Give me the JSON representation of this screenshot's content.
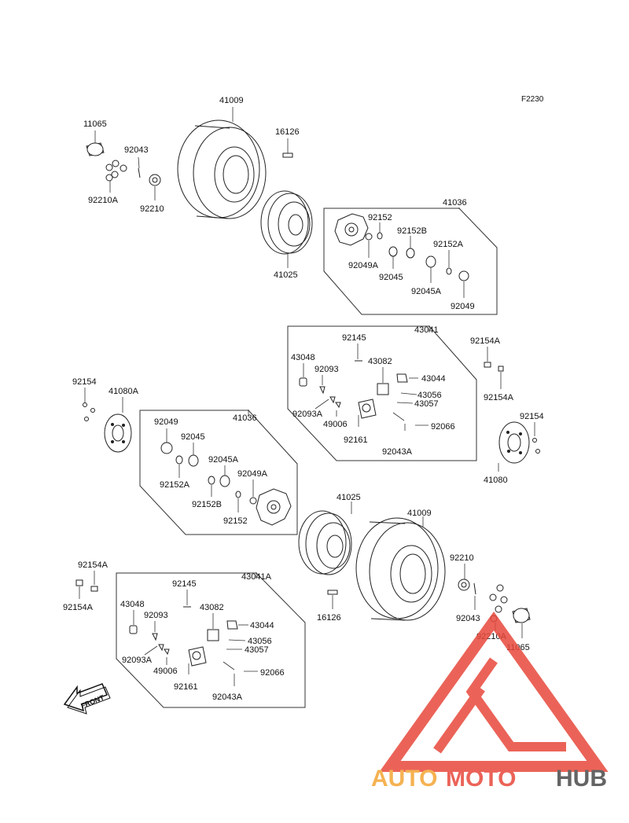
{
  "figure_code": "F2230",
  "labels": {
    "l41009_top": "41009",
    "l11065_top": "11065",
    "l92043_top": "92043",
    "l92210A_top": "92210A",
    "l92210_top": "92210",
    "l16126_top": "16126",
    "l41025_top": "41025",
    "l41036_top": "41036",
    "l92152_top": "92152",
    "l92152B_top": "92152B",
    "l92049A_top": "92049A",
    "l92152A_top": "92152A",
    "l92045_top": "92045",
    "l92045A_top": "92045A",
    "l92049_top": "92049",
    "l43041": "43041",
    "l92145_r": "92145",
    "l43048_r": "43048",
    "l43082_r": "43082",
    "l92093_r": "92093",
    "l43044_r": "43044",
    "l43056_r": "43056",
    "l92093A_r": "92093A",
    "l43057_r": "43057",
    "l49006_r": "49006",
    "l92066_r": "92066",
    "l92161_r": "92161",
    "l92043A_r": "92043A",
    "l92154A_r1": "92154A",
    "l92154A_r2": "92154A",
    "l92154_r": "92154",
    "l41080": "41080",
    "l92154_l": "92154",
    "l41080A": "41080A",
    "l41036_mid": "41036",
    "l92049_mid": "92049",
    "l92045_mid": "92045",
    "l92045A_mid": "92045A",
    "l92152A_mid": "92152A",
    "l92049A_mid": "92049A",
    "l92152B_mid": "92152B",
    "l92152_mid": "92152",
    "l41025_bot": "41025",
    "l41009_bot": "41009",
    "l92210_bot": "92210",
    "l16126_bot": "16126",
    "l92043_bot": "92043",
    "l92210A_bot": "92210A",
    "l11065_bot": "11065",
    "l92154A_l1": "92154A",
    "l92154A_l2": "92154A",
    "l43041A": "43041A",
    "l92145_l": "92145",
    "l43048_l": "43048",
    "l43082_l": "43082",
    "l92093_l": "92093",
    "l43044_l": "43044",
    "l43056_l": "43056",
    "l92093A_l": "92093A",
    "l43057_l": "43057",
    "l49006_l": "49006",
    "l92066_l": "92066",
    "l92161_l": "92161",
    "l92043A_l": "92043A"
  },
  "front_arrow": "FRONT",
  "watermark": {
    "auto": "AUTO",
    "moto": "MOTO",
    "hub": "HUB",
    "color_red": "#e8483c",
    "color_orange": "#f4a535",
    "color_gray": "#4a4a4a"
  }
}
